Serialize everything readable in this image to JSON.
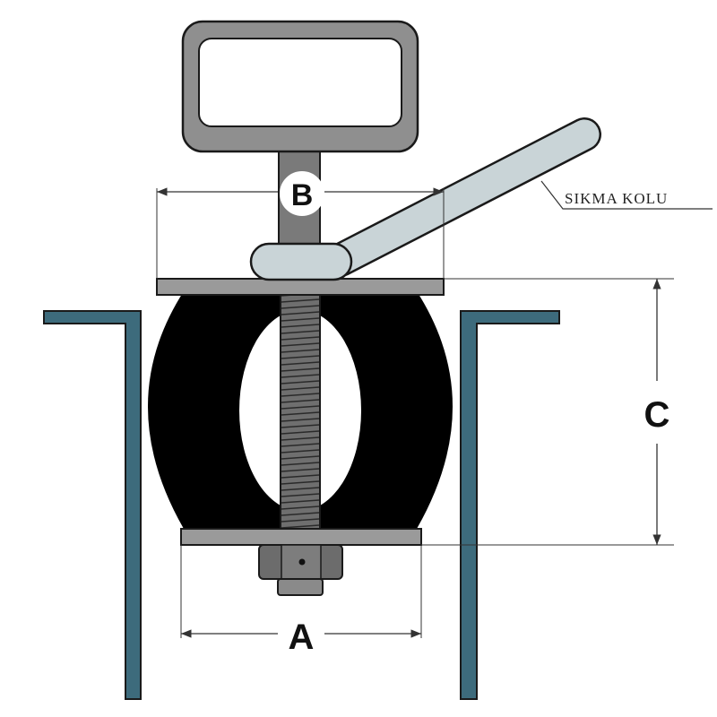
{
  "labels": {
    "dimension_a": "A",
    "dimension_b": "B",
    "dimension_c": "C",
    "lever_callout": "SIKMA KOLU"
  },
  "colors": {
    "housing": "#3d6b7c",
    "rubber": "#000000",
    "metal": "#9a9a9a",
    "handle": "#c9d4d7",
    "outline": "#1a1a1a"
  }
}
